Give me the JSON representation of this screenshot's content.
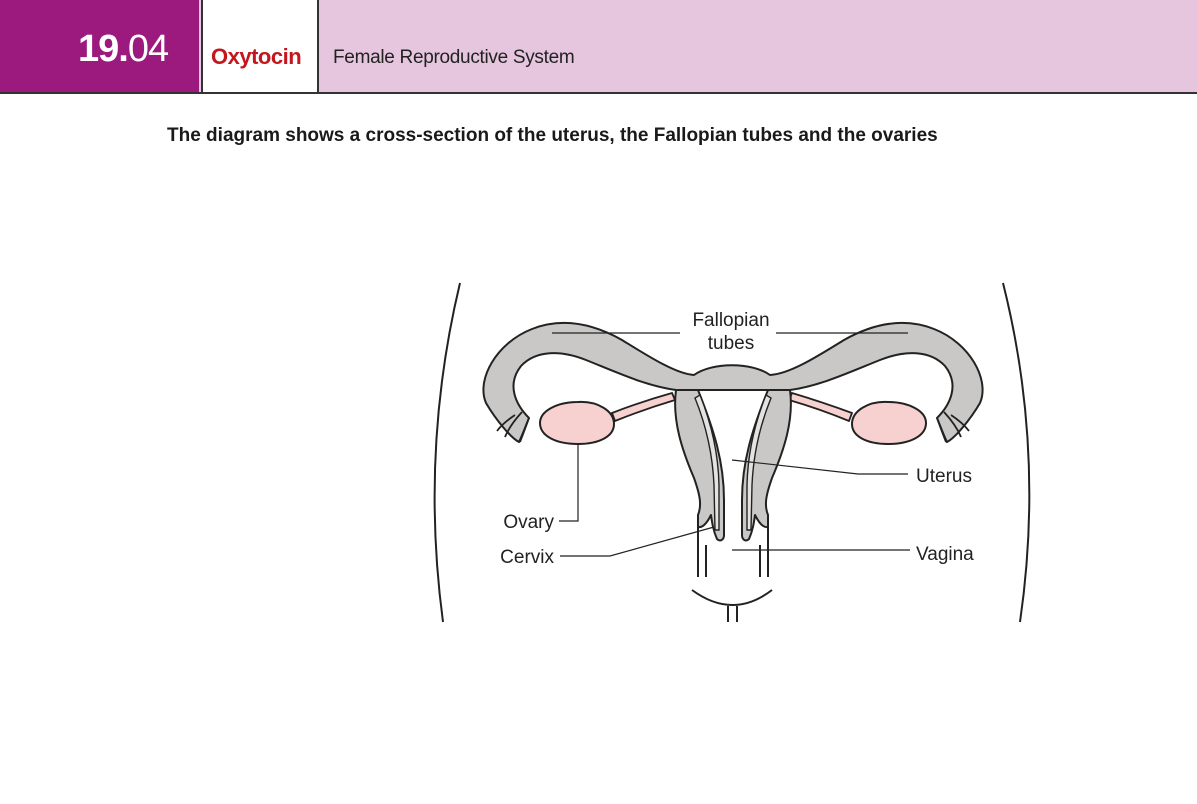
{
  "header": {
    "section_number_major": "19.",
    "section_number_minor": "04",
    "topic": "Oxytocin",
    "subtitle": "Female Reproductive System"
  },
  "caption": "The diagram shows a cross-section of the uterus, the Fallopian tubes and the ovaries",
  "diagram": {
    "labels": {
      "fallopian_line1": "Fallopian",
      "fallopian_line2": "tubes",
      "uterus": "Uterus",
      "ovary": "Ovary",
      "cervix": "Cervix",
      "vagina": "Vagina"
    },
    "colors": {
      "header_background": "#e6c6de",
      "section_block": "#9c1a7e",
      "topic_text": "#c4161c",
      "tissue_fill": "#c9c8c6",
      "inner_lining": "#e4e3e1",
      "ovary_fill": "#f7d1cf"
    }
  }
}
